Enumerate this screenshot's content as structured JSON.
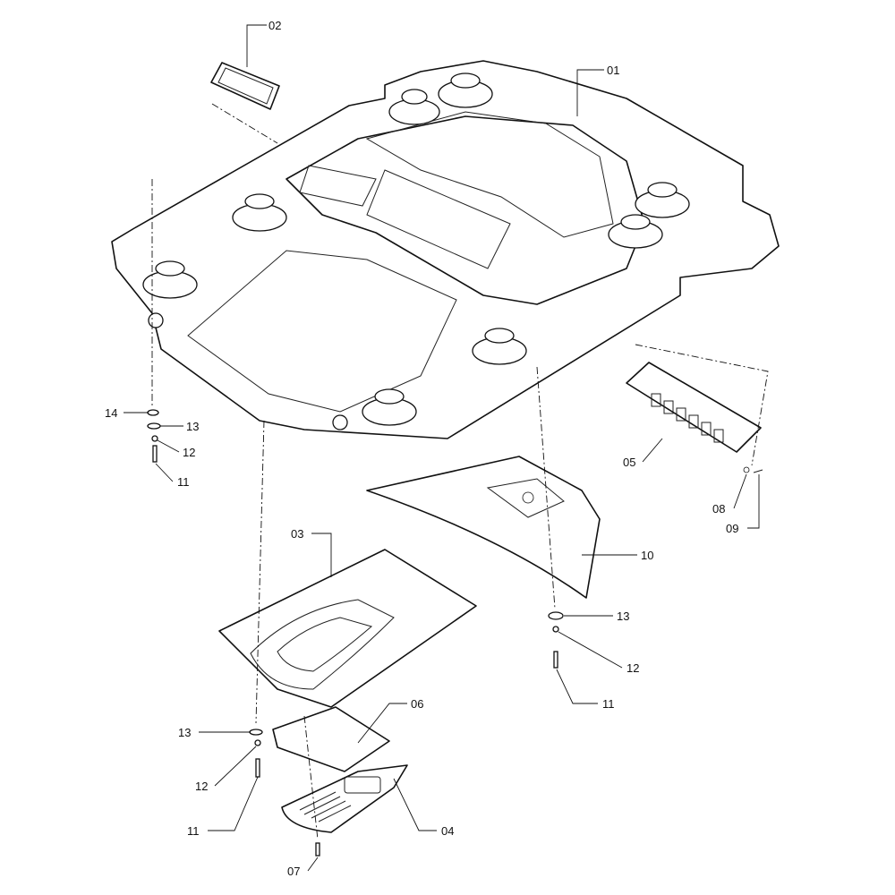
{
  "diagram": {
    "title": "Cab roof assembly exploded parts view",
    "callouts": {
      "c01": "01",
      "c02": "02",
      "c03": "03",
      "c04": "04",
      "c05": "05",
      "c06": "06",
      "c07": "07",
      "c08": "08",
      "c09": "09",
      "c10": "10",
      "c11a": "11",
      "c12a": "12",
      "c13a": "13",
      "c14": "14",
      "c13b": "13",
      "c12b": "12",
      "c11b": "11",
      "c13c": "13",
      "c12c": "12",
      "c11c": "11"
    }
  }
}
